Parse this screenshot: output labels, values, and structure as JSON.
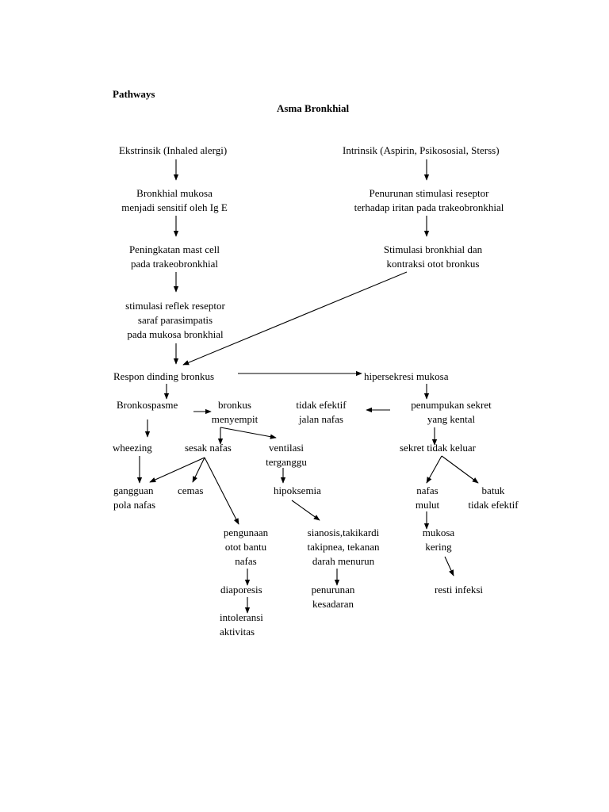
{
  "doc": {
    "heading": "Pathways",
    "title": "Asma Bronkhial"
  },
  "nodes": {
    "ekstrinsik": "Ekstrinsik (Inhaled alergi)",
    "intrinsik": "Intrinsik (Aspirin, Psikososial, Sterss)",
    "bronkhial_mukosa": "Bronkhial mukosa\nmenjadi sensitif oleh Ig E",
    "penurunan_stimulasi": "Penurunan stimulasi reseptor\nterhadap iritan pada trakeobronkhial",
    "peningkatan_mast_cell": "Peningkatan mast cell\npada trakeobronkhial",
    "stimulasi_bronkhial": "Stimulasi bronkhial dan\nkontraksi otot bronkus",
    "stimulasi_reflek": "stimulasi reflek reseptor\nsaraf parasimpatis\npada mukosa bronkhial",
    "respon_dinding": "Respon dinding bronkus",
    "hipersekresi": "hipersekresi mukosa",
    "bronkospasme": "Bronkospasme",
    "bronkus_menyempit": "bronkus\nmenyempit",
    "tidak_efektif_jalan": "tidak efektif\njalan nafas",
    "penumpukan_sekret": "penumpukan sekret\nyang kental",
    "wheezing": "wheezing",
    "sesak_nafas": "sesak nafas",
    "ventilasi": "ventilasi\nterganggu",
    "sekret_tidak_keluar": "sekret tidak keluar",
    "gangguan_pola": "gangguan\npola nafas",
    "cemas": "cemas",
    "hipoksemia": "hipoksemia",
    "nafas_mulut": "nafas\nmulut",
    "batuk": "batuk\ntidak efektif",
    "pengunaan_otot": "pengunaan\notot bantu\nnafas",
    "sianosis": "sianosis,takikardi\ntakipnea, tekanan\ndarah menurun",
    "mukosa_kering": "mukosa\nkering",
    "diaporesis": "diaporesis",
    "penurunan_kesadaran": "penurunan\nkesadaran",
    "resti_infeksi": "resti infeksi",
    "intoleransi": "intoleransi\naktivitas"
  }
}
